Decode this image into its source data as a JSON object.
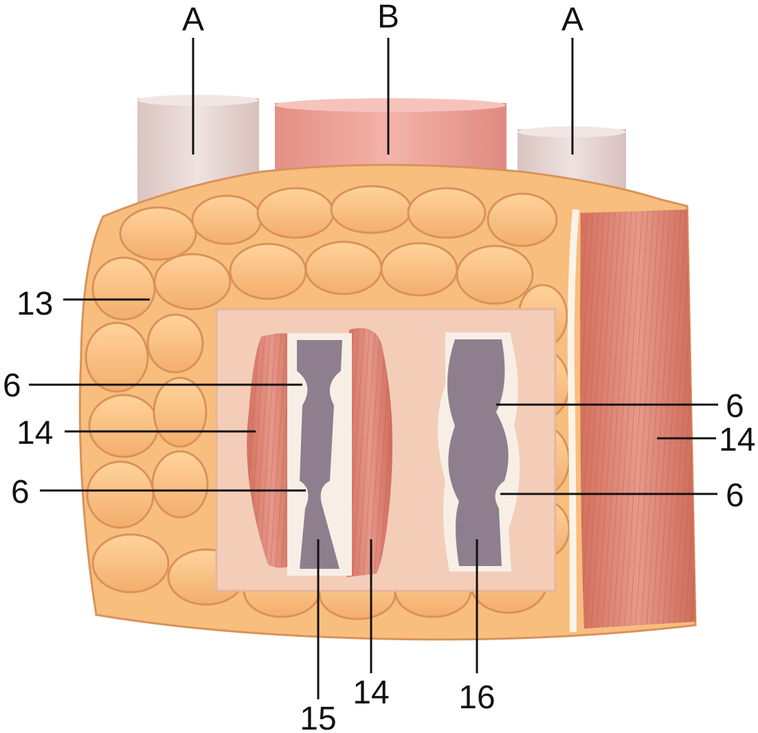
{
  "labels": {
    "top_left_a": "A",
    "top_center_b": "B",
    "top_right_a": "A",
    "left_13": "13",
    "left_6_upper": "6",
    "left_14": "14",
    "left_6_lower": "6",
    "right_6_upper": "6",
    "right_14": "14",
    "right_6_lower": "6",
    "bottom_15": "15",
    "bottom_14": "14",
    "bottom_16": "16"
  },
  "colors": {
    "adipose": "#f8be7e",
    "adipose_outline": "#d9925a",
    "muscle": "#dc8574",
    "vessel_lumen": "#8f7f8e",
    "vessel_wall": "#f7efe6",
    "inset_background": "#f4cdb9",
    "top_vessel_a": "#e8d5d1",
    "top_vessel_b": "#efa49a"
  }
}
